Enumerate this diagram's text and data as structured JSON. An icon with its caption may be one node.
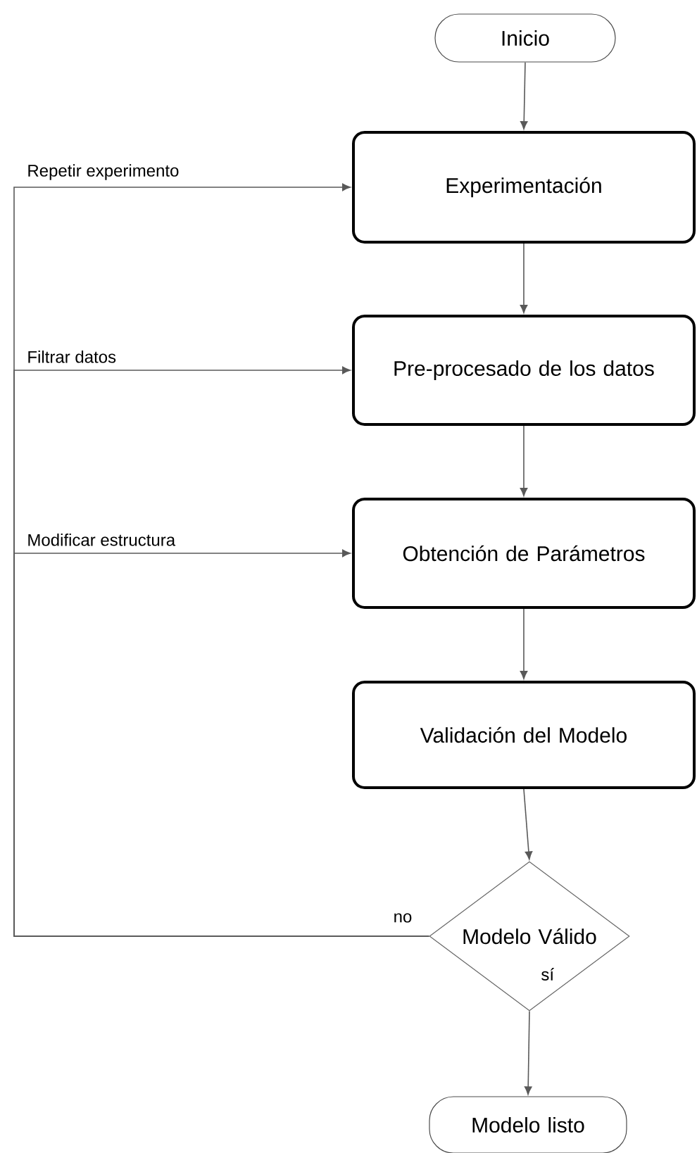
{
  "diagram": {
    "nodes": [
      {
        "text": [
          "Inicio"
        ]
      },
      {
        "text": [
          "Experimentación"
        ]
      },
      {
        "text": [
          "Pre-procesado de los datos"
        ]
      },
      {
        "text": [
          "Obtención de Parámetros"
        ]
      },
      {
        "text": [
          "Validación del Modelo"
        ]
      },
      {
        "text": [
          "Modelo Válido"
        ]
      },
      {
        "text": [
          "Modelo listo"
        ]
      }
    ],
    "edges": [
      {
        "from": 0,
        "to": 1,
        "arrow": "to"
      },
      {
        "from": 1,
        "to": 2,
        "arrow": "to"
      },
      {
        "from": 2,
        "to": 3,
        "arrow": "to"
      },
      {
        "from": 3,
        "to": 4,
        "arrow": "to"
      },
      {
        "from": 4,
        "to": 5,
        "arrow": "to"
      },
      {
        "from": 5,
        "to": 6,
        "arrow": "to",
        "label": "sí"
      },
      {
        "from": 5,
        "to": 1,
        "arrow": "to",
        "label": "Repetir experimento"
      },
      {
        "from": 5,
        "to": 2,
        "arrow": "to",
        "label": "Filtrar datos"
      },
      {
        "from": 5,
        "to": 3,
        "arrow": "to",
        "label": "Modificar estructura"
      }
    ],
    "labels": [
      "no"
    ]
  }
}
